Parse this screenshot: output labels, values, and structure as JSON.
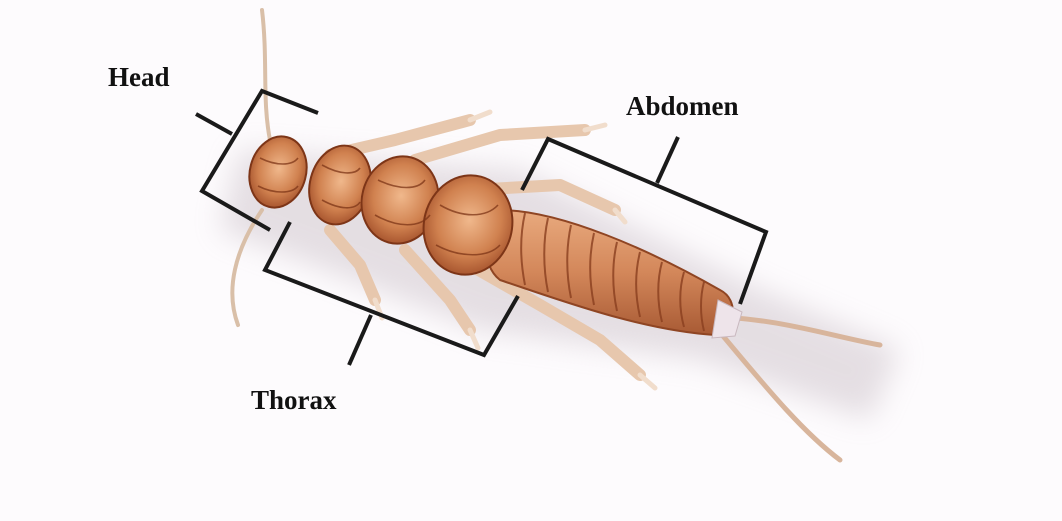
{
  "labels": {
    "head": "Head",
    "thorax": "Thorax",
    "abdomen": "Abdomen"
  },
  "colors": {
    "background": "#fdfbfd",
    "body_dark": "#a8552e",
    "body_mid": "#cf7a4a",
    "body_light": "#e7a67a",
    "leg": "#e8c3a6",
    "bracket": "#1a1a1a",
    "label": "#111111"
  }
}
